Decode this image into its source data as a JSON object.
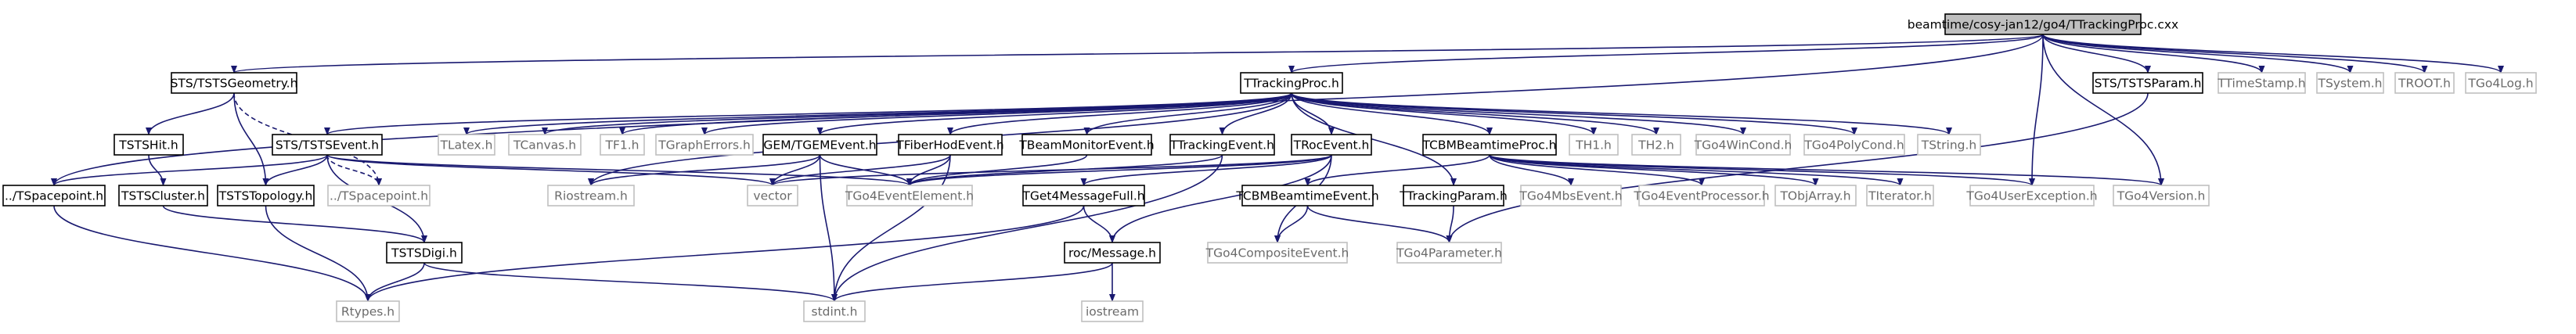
{
  "colors": {
    "edge": "#191970",
    "root_fill": "#bfbfbf",
    "node_border": "#000000",
    "external_border": "#bfbfbf",
    "external_text": "#6b6b6b"
  },
  "nodes": [
    {
      "id": "root",
      "label": "beamtime/cosy-jan12/go4/TTrackingProc.cxx",
      "kind": "root"
    },
    {
      "id": "ststsgeometry",
      "label": "STS/TSTSGeometry.h",
      "kind": "doc"
    },
    {
      "id": "ttrackingproc",
      "label": "TTrackingProc.h",
      "kind": "doc"
    },
    {
      "id": "ststsparam",
      "label": "STS/TSTSParam.h",
      "kind": "doc"
    },
    {
      "id": "ttimestamp",
      "label": "TTimeStamp.h",
      "kind": "ext"
    },
    {
      "id": "tsystem",
      "label": "TSystem.h",
      "kind": "ext"
    },
    {
      "id": "troot",
      "label": "TROOT.h",
      "kind": "ext"
    },
    {
      "id": "tgo4log",
      "label": "TGo4Log.h",
      "kind": "ext"
    },
    {
      "id": "tstshit",
      "label": "TSTSHit.h",
      "kind": "doc"
    },
    {
      "id": "ststsevent",
      "label": "STS/TSTSEvent.h",
      "kind": "doc"
    },
    {
      "id": "tlatex",
      "label": "TLatex.h",
      "kind": "ext"
    },
    {
      "id": "tcanvas",
      "label": "TCanvas.h",
      "kind": "ext"
    },
    {
      "id": "tf1",
      "label": "TF1.h",
      "kind": "ext"
    },
    {
      "id": "tgrapherrors",
      "label": "TGraphErrors.h",
      "kind": "ext"
    },
    {
      "id": "gemtgemevent",
      "label": "GEM/TGEMEvent.h",
      "kind": "doc"
    },
    {
      "id": "tfiberhodevent",
      "label": "TFiberHodEvent.h",
      "kind": "doc"
    },
    {
      "id": "tbeammonitorevent",
      "label": "TBeamMonitorEvent.h",
      "kind": "doc"
    },
    {
      "id": "ttrackingevent",
      "label": "TTrackingEvent.h",
      "kind": "doc"
    },
    {
      "id": "trocevent",
      "label": "TRocEvent.h",
      "kind": "doc"
    },
    {
      "id": "tcbmbeamtimeproc",
      "label": "TCBMBeamtimeProc.h",
      "kind": "doc"
    },
    {
      "id": "th1",
      "label": "TH1.h",
      "kind": "ext"
    },
    {
      "id": "th2",
      "label": "TH2.h",
      "kind": "ext"
    },
    {
      "id": "tgo4wincond",
      "label": "TGo4WinCond.h",
      "kind": "ext"
    },
    {
      "id": "tgo4polycond",
      "label": "TGo4PolyCond.h",
      "kind": "ext"
    },
    {
      "id": "tstring",
      "label": "TString.h",
      "kind": "ext"
    },
    {
      "id": "tspacepoint1",
      "label": "../TSpacepoint.h",
      "kind": "doc"
    },
    {
      "id": "tstscluster",
      "label": "TSTSCluster.h",
      "kind": "doc"
    },
    {
      "id": "tststopology",
      "label": "TSTSTopology.h",
      "kind": "doc"
    },
    {
      "id": "tspacepoint2",
      "label": "../TSpacepoint.h",
      "kind": "ext"
    },
    {
      "id": "riostream",
      "label": "Riostream.h",
      "kind": "ext"
    },
    {
      "id": "vector",
      "label": "vector",
      "kind": "ext"
    },
    {
      "id": "tgo4eventelement",
      "label": "TGo4EventElement.h",
      "kind": "ext"
    },
    {
      "id": "tget4messagefull",
      "label": "TGet4MessageFull.h",
      "kind": "doc"
    },
    {
      "id": "tcbmbeamtimeevent",
      "label": "TCBMBeamtimeEvent.h",
      "kind": "doc"
    },
    {
      "id": "ttrackingparam",
      "label": "TTrackingParam.h",
      "kind": "doc"
    },
    {
      "id": "tgo4mbsevent",
      "label": "TGo4MbsEvent.h",
      "kind": "ext"
    },
    {
      "id": "tgo4eventprocessor",
      "label": "TGo4EventProcessor.h",
      "kind": "ext"
    },
    {
      "id": "tobjarray",
      "label": "TObjArray.h",
      "kind": "ext"
    },
    {
      "id": "titerator",
      "label": "TIterator.h",
      "kind": "ext"
    },
    {
      "id": "tgo4userexception",
      "label": "TGo4UserException.h",
      "kind": "ext"
    },
    {
      "id": "tgo4version",
      "label": "TGo4Version.h",
      "kind": "ext"
    },
    {
      "id": "tstsdigi",
      "label": "TSTSDigi.h",
      "kind": "doc"
    },
    {
      "id": "rocmessage",
      "label": "roc/Message.h",
      "kind": "doc"
    },
    {
      "id": "tgo4compositeevent",
      "label": "TGo4CompositeEvent.h",
      "kind": "ext"
    },
    {
      "id": "tgo4parameter",
      "label": "TGo4Parameter.h",
      "kind": "ext"
    },
    {
      "id": "rtypes",
      "label": "Rtypes.h",
      "kind": "ext"
    },
    {
      "id": "stdint",
      "label": "stdint.h",
      "kind": "ext"
    },
    {
      "id": "iostream",
      "label": "iostream",
      "kind": "ext"
    }
  ],
  "edges": [
    [
      "root",
      "ststsgeometry"
    ],
    [
      "root",
      "ttrackingproc"
    ],
    [
      "root",
      "ststsparam"
    ],
    [
      "root",
      "ttimestamp"
    ],
    [
      "root",
      "tsystem"
    ],
    [
      "root",
      "troot"
    ],
    [
      "root",
      "tgo4log"
    ],
    [
      "root",
      "tspacepoint1"
    ],
    [
      "root",
      "tgo4userexception"
    ],
    [
      "root",
      "tgo4version"
    ],
    [
      "ststsgeometry",
      "tstshit"
    ],
    [
      "ststsgeometry",
      "tststopology"
    ],
    [
      "ststsgeometry",
      "tspacepoint2"
    ],
    [
      "tstshit",
      "tstscluster"
    ],
    [
      "tstscluster",
      "tstsdigi"
    ],
    [
      "ttrackingproc",
      "ststsevent"
    ],
    [
      "ttrackingproc",
      "tlatex"
    ],
    [
      "ttrackingproc",
      "tcanvas"
    ],
    [
      "ttrackingproc",
      "tf1"
    ],
    [
      "ttrackingproc",
      "tgrapherrors"
    ],
    [
      "ttrackingproc",
      "gemtgemevent"
    ],
    [
      "ttrackingproc",
      "tfiberhodevent"
    ],
    [
      "ttrackingproc",
      "tbeammonitorevent"
    ],
    [
      "ttrackingproc",
      "ttrackingevent"
    ],
    [
      "ttrackingproc",
      "trocevent"
    ],
    [
      "ttrackingproc",
      "tcbmbeamtimeproc"
    ],
    [
      "ttrackingproc",
      "th1"
    ],
    [
      "ttrackingproc",
      "th2"
    ],
    [
      "ttrackingproc",
      "tgo4wincond"
    ],
    [
      "ttrackingproc",
      "tgo4polycond"
    ],
    [
      "ttrackingproc",
      "tstring"
    ],
    [
      "ttrackingproc",
      "riostream"
    ],
    [
      "ttrackingproc",
      "ttrackingparam"
    ],
    [
      "ststsevent",
      "tspacepoint1"
    ],
    [
      "ststsevent",
      "tststopology"
    ],
    [
      "ststsevent",
      "tspacepoint2"
    ],
    [
      "ststsevent",
      "tstsdigi"
    ],
    [
      "ststsevent",
      "vector"
    ],
    [
      "ststsevent",
      "tgo4eventelement"
    ],
    [
      "gemtgemevent",
      "riostream"
    ],
    [
      "gemtgemevent",
      "vector"
    ],
    [
      "gemtgemevent",
      "tgo4eventelement"
    ],
    [
      "gemtgemevent",
      "stdint"
    ],
    [
      "tfiberhodevent",
      "vector"
    ],
    [
      "tfiberhodevent",
      "tgo4eventelement"
    ],
    [
      "tfiberhodevent",
      "stdint"
    ],
    [
      "tbeammonitorevent",
      "tgo4eventelement"
    ],
    [
      "ttrackingevent",
      "tgo4eventelement"
    ],
    [
      "ttrackingevent",
      "stdint"
    ],
    [
      "trocevent",
      "vector"
    ],
    [
      "trocevent",
      "tgo4eventelement"
    ],
    [
      "trocevent",
      "tget4messagefull"
    ],
    [
      "trocevent",
      "rocmessage"
    ],
    [
      "trocevent",
      "tgo4compositeevent"
    ],
    [
      "tcbmbeamtimeproc",
      "tcbmbeamtimeevent"
    ],
    [
      "tcbmbeamtimeproc",
      "tgo4mbsevent"
    ],
    [
      "tcbmbeamtimeproc",
      "tgo4eventprocessor"
    ],
    [
      "tcbmbeamtimeproc",
      "tobjarray"
    ],
    [
      "tcbmbeamtimeproc",
      "titerator"
    ],
    [
      "tcbmbeamtimeproc",
      "tgo4userexception"
    ],
    [
      "tcbmbeamtimeproc",
      "tgo4version"
    ],
    [
      "tcbmbeamtimeevent",
      "tgo4compositeevent"
    ],
    [
      "tcbmbeamtimeevent",
      "tgo4parameter"
    ],
    [
      "ttrackingparam",
      "tgo4parameter"
    ],
    [
      "ststsparam",
      "tgo4parameter"
    ],
    [
      "tspacepoint1",
      "rtypes"
    ],
    [
      "tststopology",
      "rtypes"
    ],
    [
      "tstsdigi",
      "rtypes"
    ],
    [
      "tstsdigi",
      "stdint"
    ],
    [
      "tget4messagefull",
      "rocmessage"
    ],
    [
      "tget4messagefull",
      "rtypes"
    ],
    [
      "rocmessage",
      "stdint"
    ],
    [
      "rocmessage",
      "iostream"
    ]
  ]
}
